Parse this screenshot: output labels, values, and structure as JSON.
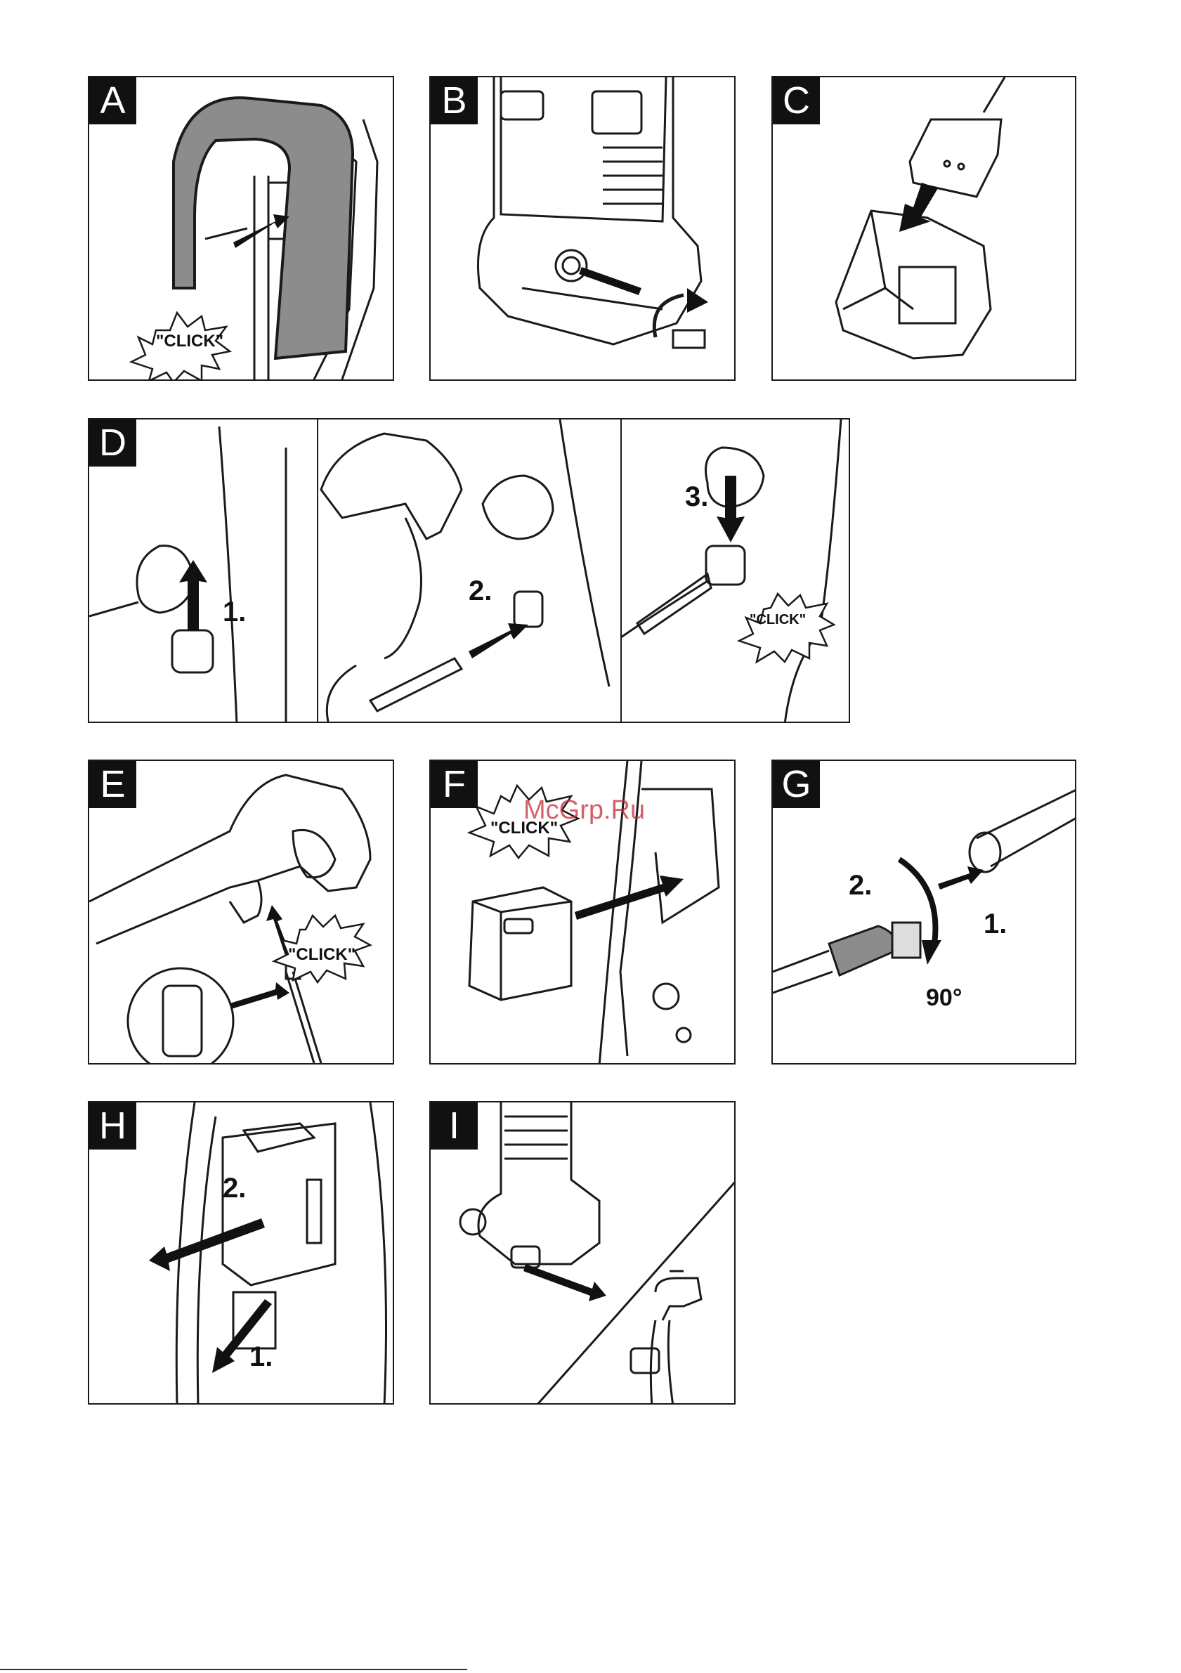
{
  "panels": {
    "A": {
      "letter": "A",
      "click": "\"CLICK\""
    },
    "B": {
      "letter": "B"
    },
    "C": {
      "letter": "C"
    },
    "D": {
      "letter": "D",
      "step1": "1.",
      "step2": "2.",
      "step3": "3.",
      "click": "\"CLICK\""
    },
    "E": {
      "letter": "E",
      "click": "\"CLICK\""
    },
    "F": {
      "letter": "F",
      "click": "\"CLICK\""
    },
    "G": {
      "letter": "G",
      "step1": "1.",
      "step2": "2.",
      "angle": "90°"
    },
    "H": {
      "letter": "H",
      "step1": "1.",
      "step2": "2."
    },
    "I": {
      "letter": "I"
    }
  },
  "watermark": "McGrp.Ru",
  "colors": {
    "line": "#1a1a1a",
    "handle_gray": "#8c8c8c",
    "watermark": "#c2272d"
  }
}
